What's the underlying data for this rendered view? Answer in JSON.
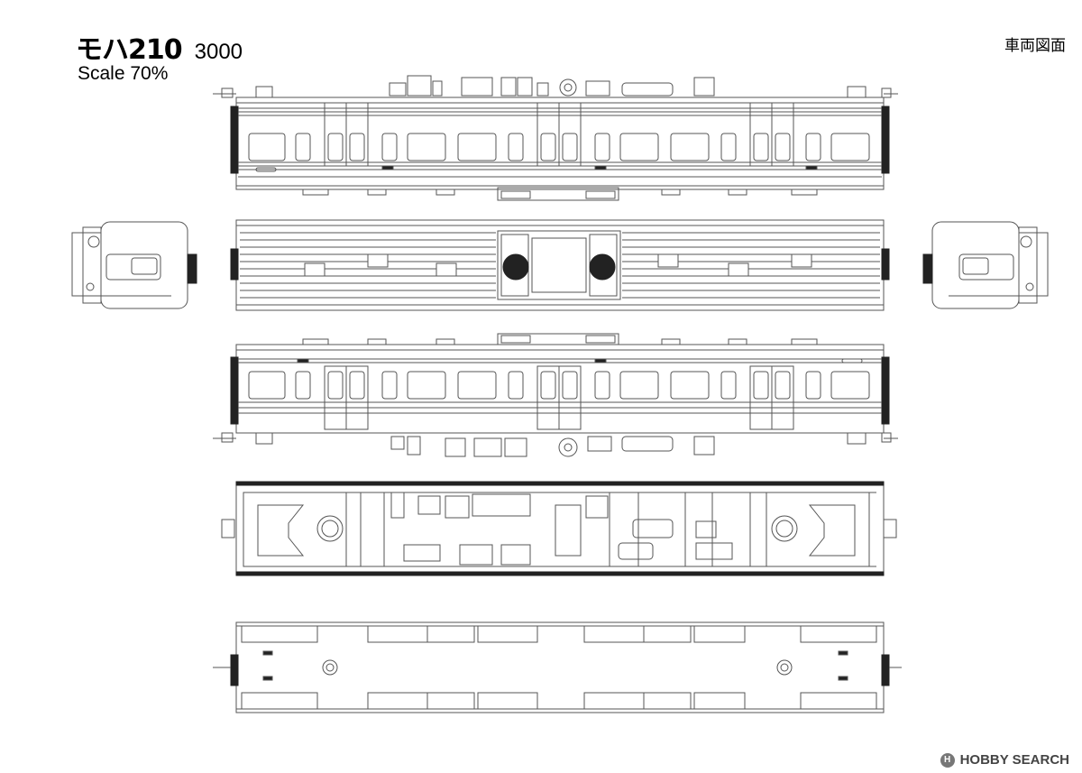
{
  "header": {
    "model": "モハ210",
    "number": "3000",
    "scale": "Scale 70%",
    "drawing_type": "車両図面"
  },
  "watermark": {
    "brand": "HOBBY SEARCH",
    "logo_letter": "H"
  },
  "colors": {
    "line": "#555555",
    "dark": "#222222",
    "bg": "#ffffff"
  }
}
